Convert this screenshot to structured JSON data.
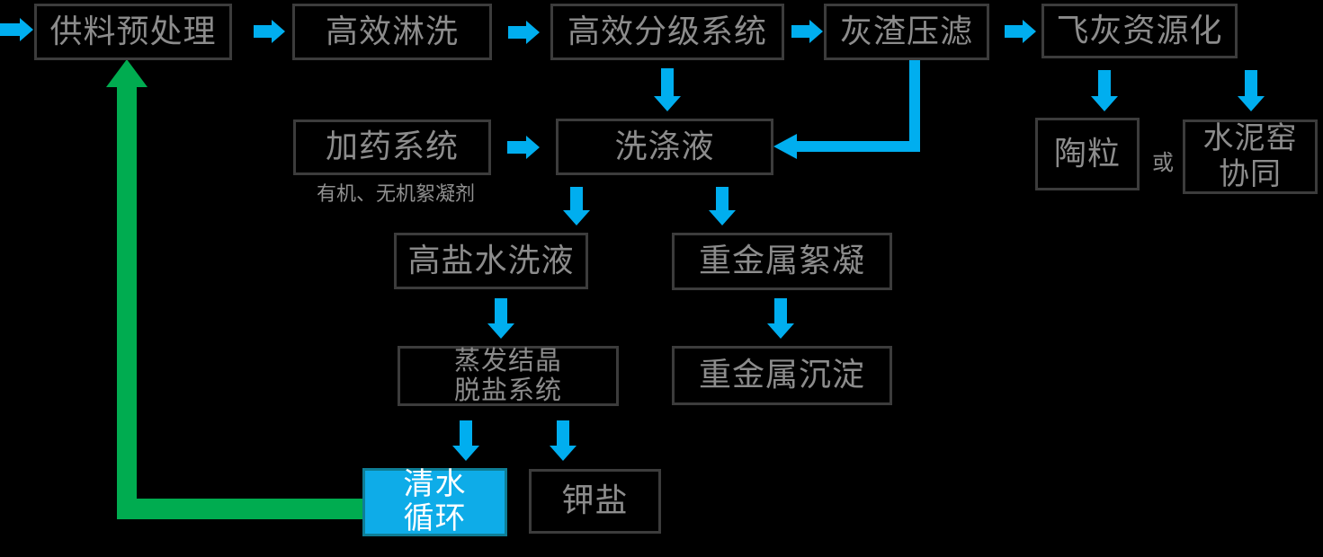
{
  "diagram": {
    "colors": {
      "background": "#000000",
      "arrow_blue": "#00AEEF",
      "loop_green": "#00AC50",
      "box_border": "#3C3C3C",
      "box_text": "#8C8C8C",
      "highlight_fill": "#0EACE8",
      "highlight_border": "#0E7E96",
      "highlight_text": "#FFFFFF"
    },
    "nodes": {
      "feed_pretreatment": "供料预处理",
      "efficient_rinsing": "高效淋洗",
      "grading_system": "高效分级系统",
      "ash_press_filter": "灰渣压滤",
      "fly_ash_recycling": "飞灰资源化",
      "dosing_system": "加药系统",
      "dosing_note": "有机、无机絮凝剂",
      "washing_liquid": "洗涤液",
      "ceramsite": "陶粒",
      "or_label": "或",
      "cement_kiln_line1": "水泥窑",
      "cement_kiln_line2": "协同",
      "high_salt_wash": "高盐水洗液",
      "heavy_metal_flocculation": "重金属絮凝",
      "evaporation_line1": "蒸发结晶",
      "evaporation_line2": "脱盐系统",
      "heavy_metal_precipitation": "重金属沉淀",
      "clean_water_line1": "清水",
      "clean_water_line2": "循环",
      "potassium_salt": "钾盐"
    }
  }
}
